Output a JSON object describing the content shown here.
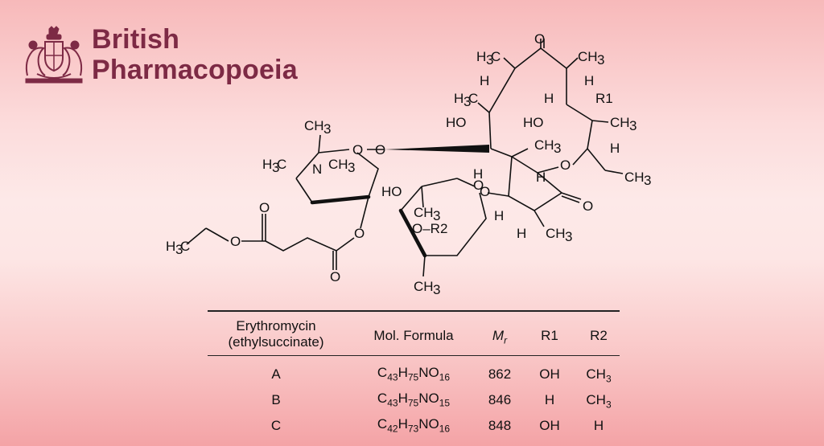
{
  "brand": {
    "line1": "British",
    "line2": "Pharmacopoeia",
    "color": "#7d2a45",
    "crest_icon": "royal-coat-of-arms-icon"
  },
  "structure": {
    "labels": {
      "ch3": "CH",
      "h3c": "H",
      "sub3": "3",
      "c": "C",
      "o": "O",
      "h": "H",
      "n": "N",
      "ho": "HO",
      "r1": "R1",
      "or2": "O–R2"
    }
  },
  "table": {
    "headers": {
      "compound_l1": "Erythromycin",
      "compound_l2": "(ethylsuccinate)",
      "formula": "Mol. Formula",
      "mr": "M",
      "mr_sub": "r",
      "r1": "R1",
      "r2": "R2"
    },
    "rows": [
      {
        "id": "A",
        "f": [
          "C",
          "43",
          "H",
          "75",
          "NO",
          "16"
        ],
        "mr": "862",
        "r1": "OH",
        "r2": "CH",
        "r2_sub": "3"
      },
      {
        "id": "B",
        "f": [
          "C",
          "43",
          "H",
          "75",
          "NO",
          "15"
        ],
        "mr": "846",
        "r1": "H",
        "r2": "CH",
        "r2_sub": "3"
      },
      {
        "id": "C",
        "f": [
          "C",
          "42",
          "H",
          "73",
          "NO",
          "16"
        ],
        "mr": "848",
        "r1": "OH",
        "r2": "H",
        "r2_sub": ""
      }
    ]
  }
}
